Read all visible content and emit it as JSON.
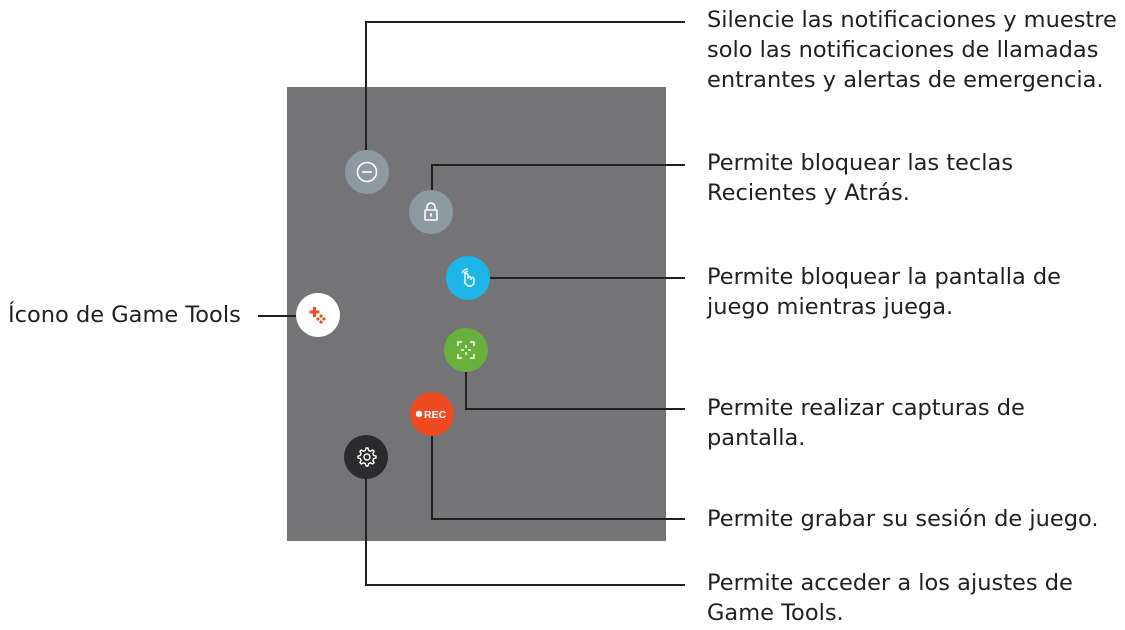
{
  "left_label": "Ícono de Game Tools",
  "buttons": [
    {
      "icon": "no-alerts-icon",
      "color": "#8e9aa2"
    },
    {
      "icon": "lock-icon",
      "color": "#8e9aa2"
    },
    {
      "icon": "touch-lock-icon",
      "color": "#1eb5e8"
    },
    {
      "icon": "screenshot-icon",
      "color": "#6ab03d"
    },
    {
      "icon": "record-icon",
      "color": "#ee4b22",
      "text": "REC"
    },
    {
      "icon": "settings-icon",
      "color": "#2b2a2d"
    },
    {
      "icon": "game-tools-icon",
      "color": "#ffffff"
    }
  ],
  "callouts": [
    {
      "lines": [
        "Silencie las notificaciones y muestre",
        "solo las notificaciones de llamadas",
        "entrantes y alertas de emergencia."
      ]
    },
    {
      "lines": [
        "Permite bloquear las teclas",
        "Recientes y Atrás."
      ]
    },
    {
      "lines": [
        "Permite bloquear la pantalla de",
        "juego mientras juega."
      ]
    },
    {
      "lines": [
        "Permite realizar capturas de",
        "pantalla."
      ]
    },
    {
      "lines": [
        "Permite grabar su sesión de juego."
      ]
    },
    {
      "lines": [
        "Permite acceder a los ajustes de",
        "Game Tools."
      ]
    }
  ]
}
